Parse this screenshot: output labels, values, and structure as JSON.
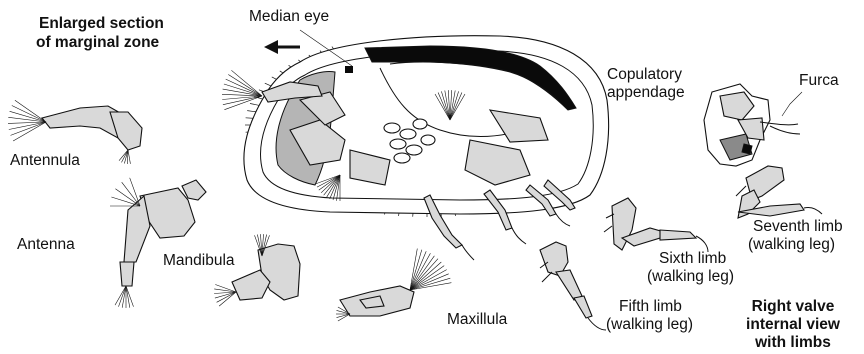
{
  "labels": {
    "enlarged_line1": "Enlarged section",
    "enlarged_line2": "of marginal zone",
    "median_eye": "Median eye",
    "copulatory_line1": "Copulatory",
    "copulatory_line2": "appendage",
    "furca": "Furca",
    "antennula": "Antennula",
    "antenna": "Antenna",
    "mandibula": "Mandibula",
    "maxillula": "Maxillula",
    "sixth_line1": "Sixth limb",
    "sixth_line2": "(walking leg)",
    "seventh_line1": "Seventh limb",
    "seventh_line2": "(walking leg)",
    "fifth_line1": "Fifth limb",
    "fifth_line2": "(walking leg)",
    "right_line1": "Right valve",
    "right_line2": "internal view",
    "right_line3": "with limbs"
  },
  "colors": {
    "limb_fill": "#d9d9d9",
    "dark_fill": "#8a8a8a",
    "outline": "#111111",
    "black": "#0a0a0a"
  }
}
